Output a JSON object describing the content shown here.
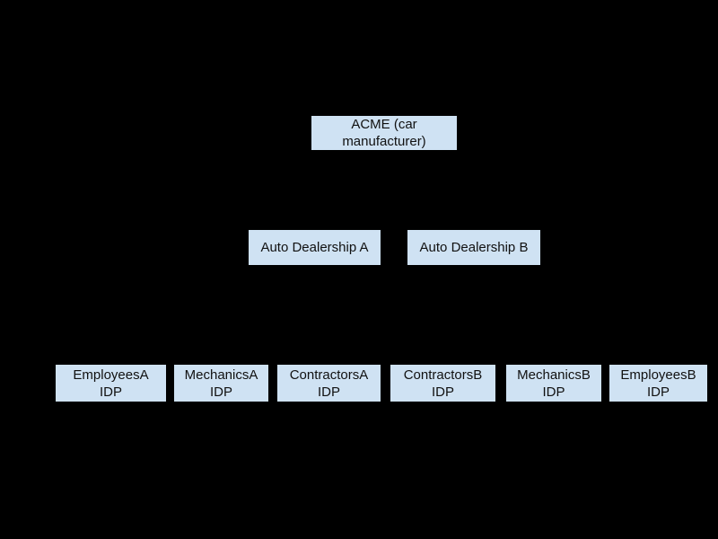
{
  "diagram": {
    "type": "hierarchy",
    "colors": {
      "background": "#000000",
      "node_fill": "#cfe2f3",
      "node_text": "#111111"
    },
    "nodes": {
      "acme": {
        "label": "ACME (car\nmanufacturer)",
        "level": 1
      },
      "dealership_a": {
        "label": "Auto Dealership A",
        "level": 2
      },
      "dealership_b": {
        "label": "Auto Dealership B",
        "level": 2
      },
      "employees_a": {
        "label": "EmployeesA\nIDP",
        "level": 3
      },
      "mechanics_a": {
        "label": "MechanicsA\nIDP",
        "level": 3
      },
      "contractors_a": {
        "label": "ContractorsA\nIDP",
        "level": 3
      },
      "contractors_b": {
        "label": "ContractorsB\nIDP",
        "level": 3
      },
      "mechanics_b": {
        "label": "MechanicsB\nIDP",
        "level": 3
      },
      "employees_b": {
        "label": "EmployeesB\nIDP",
        "level": 3
      }
    }
  }
}
